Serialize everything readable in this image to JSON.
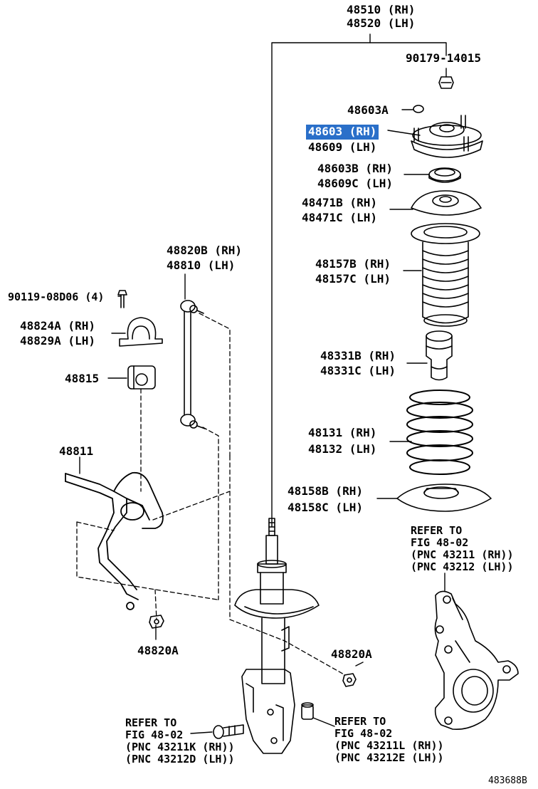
{
  "labels": {
    "strut_rh": "48510 (RH)",
    "strut_lh": "48520 (LH)",
    "nut_top": "90179-14015",
    "washer": "48603A",
    "support_rh": "48603 (RH)",
    "support_lh": "48609 (LH)",
    "bearing_rh": "48603B (RH)",
    "bearing_lh": "48609C (LH)",
    "upper_seat_rh": "48471B (RH)",
    "upper_seat_lh": "48471C (LH)",
    "boot_rh": "48157B (RH)",
    "boot_lh": "48157C (LH)",
    "bumper_rh": "48331B (RH)",
    "bumper_lh": "48331C (LH)",
    "spring_rh": "48131 (RH)",
    "spring_lh": "48132 (LH)",
    "lower_ins_rh": "48158B (RH)",
    "lower_ins_lh": "48158C (LH)",
    "link_rh": "48820B (RH)",
    "link_lh": "48810 (LH)",
    "bolt": "90119-08D06 (4)",
    "bracket_rh": "48824A (RH)",
    "bracket_lh": "48829A (LH)",
    "bushing": "48815",
    "stabilizer": "48811",
    "nut_left": "48820A",
    "nut_right": "48820A",
    "ref_knuckle": [
      "REFER TO",
      "FIG 48-02",
      "(PNC 43211 (RH))",
      "(PNC 43212 (LH))"
    ],
    "ref_bolt": [
      "REFER TO",
      "FIG 48-02",
      "(PNC 43211K (RH))",
      "(PNC 43212D (LH))"
    ],
    "ref_nut": [
      "REFER TO",
      "FIG 48-02",
      "(PNC 43211L (RH))",
      "(PNC 43212E (LH))"
    ],
    "figure_id": "483688B"
  },
  "colors": {
    "highlight": "#2a6fc9",
    "line": "#000000"
  }
}
